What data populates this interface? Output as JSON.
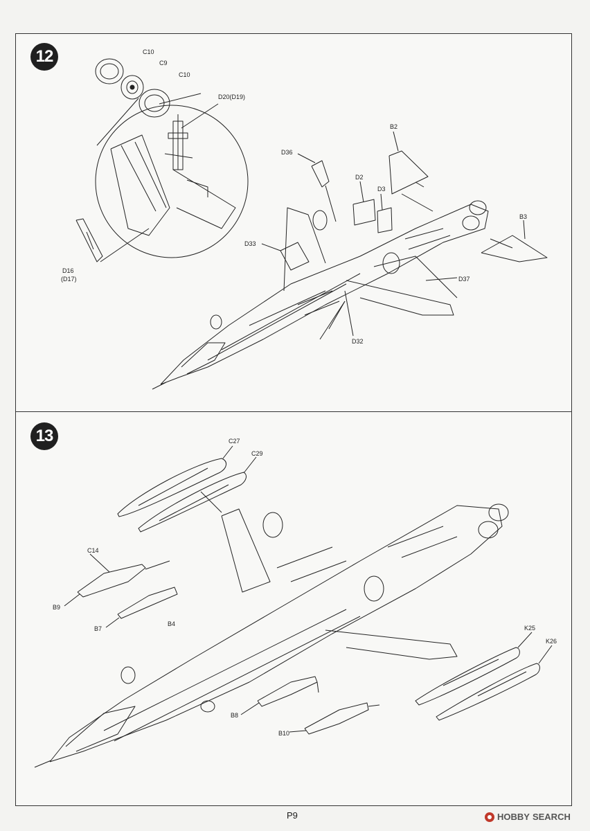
{
  "steps": [
    {
      "number": "12",
      "parts": {
        "c10a": "C10",
        "c9": "C9",
        "c10b": "C10",
        "d20": "D20(D19)",
        "d16": "D16",
        "d17": "(D17)",
        "b2": "B2",
        "d36": "D36",
        "d2": "D2",
        "d3": "D3",
        "b3": "B3",
        "d33": "D33",
        "d37": "D37",
        "d32": "D32"
      }
    },
    {
      "number": "13",
      "parts": {
        "c27": "C27",
        "c29": "C29",
        "c14": "C14",
        "b9": "B9",
        "b7": "B7",
        "b4": "B4",
        "k25": "K25",
        "k26": "K26",
        "b8": "B8",
        "b10": "B10"
      }
    }
  ],
  "footer": {
    "page": "P9",
    "watermark_brand": "HOBBY",
    "watermark_word": "SEARCH"
  }
}
